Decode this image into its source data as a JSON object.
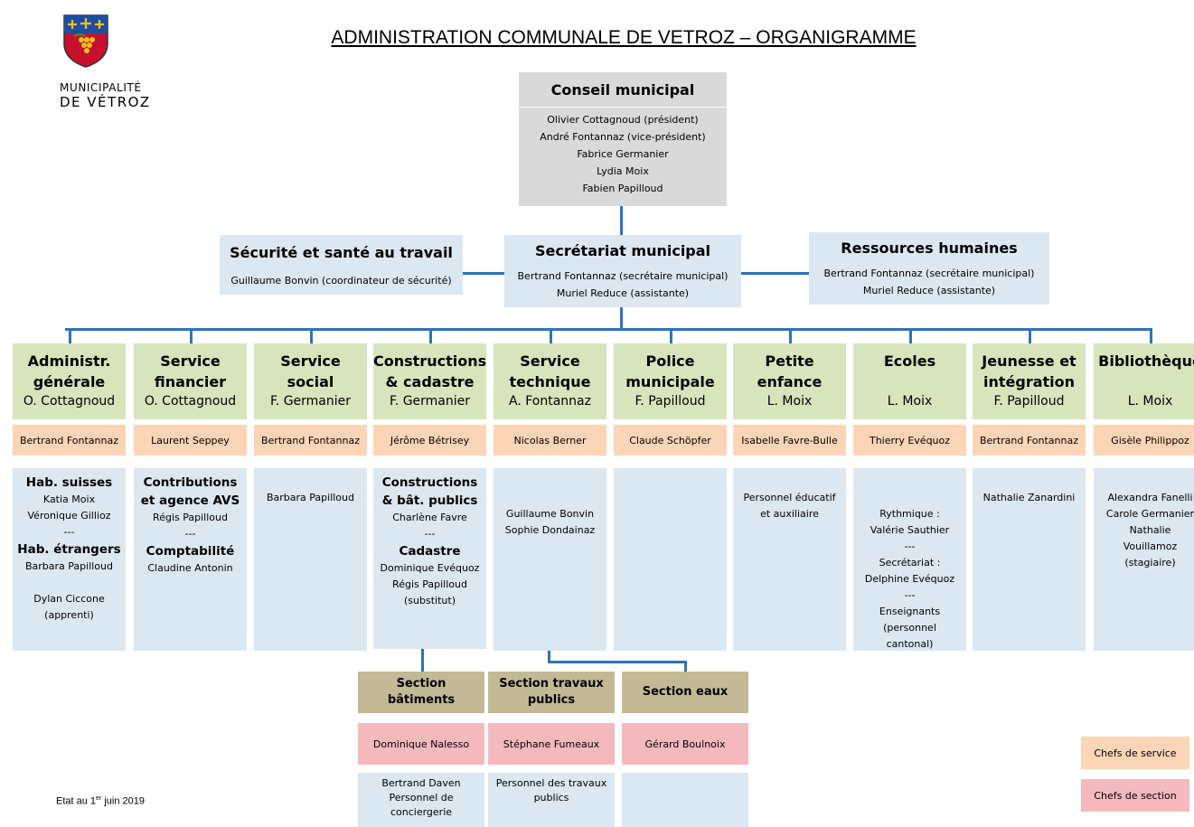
{
  "logo": {
    "line1": "MUNICIPALITÉ",
    "line2": "DE VÉTROZ"
  },
  "title": "ADMINISTRATION COMMUNALE DE VETROZ – ORGANIGRAMME",
  "conseil": {
    "title": "Conseil municipal",
    "members": [
      "Olivier Cottagnoud (président)",
      "André Fontannaz (vice-président)",
      "Fabrice Germanier",
      "Lydia Moix",
      "Fabien Papilloud"
    ]
  },
  "securite": {
    "title": "Sécurité et santé au travail",
    "members": [
      "Guillaume Bonvin (coordinateur de sécurité)"
    ]
  },
  "secretariat": {
    "title": "Secrétariat municipal",
    "members": [
      "Bertrand Fontannaz (secrétaire municipal)",
      "Muriel Reduce  (assistante)"
    ]
  },
  "rh": {
    "title": "Ressources humaines",
    "members": [
      "Bertrand Fontannaz (secrétaire municipal)",
      "Muriel Reduce  (assistante)"
    ]
  },
  "departments": [
    {
      "title": [
        "Administr.",
        "générale"
      ],
      "lead": "O. Cottagnoud",
      "chef": "Bertrand Fontannaz",
      "staff": [
        {
          "t": "Hab. suisses",
          "b": true
        },
        {
          "t": "Katia Moix"
        },
        {
          "t": "Véronique Gillioz"
        },
        {
          "t": "---"
        },
        {
          "t": "Hab. étrangers",
          "b": true
        },
        {
          "t": "Barbara Papilloud"
        },
        {
          "t": ""
        },
        {
          "t": "Dylan Ciccone"
        },
        {
          "t": "(apprenti)"
        }
      ]
    },
    {
      "title": [
        "Service",
        "financier"
      ],
      "lead": "O. Cottagnoud",
      "chef": "Laurent Seppey",
      "staff": [
        {
          "t": "Contributions",
          "b": true
        },
        {
          "t": "et agence AVS",
          "b": true
        },
        {
          "t": "Régis Papilloud"
        },
        {
          "t": "---"
        },
        {
          "t": "Comptabilité",
          "b": true
        },
        {
          "t": "Claudine Antonin"
        }
      ]
    },
    {
      "title": [
        "Service",
        "social"
      ],
      "lead": "F. Germanier",
      "chef": "Bertrand Fontannaz",
      "staff": [
        {
          "t": ""
        },
        {
          "t": "Barbara Papilloud"
        }
      ]
    },
    {
      "title": [
        "Constructions",
        "& cadastre"
      ],
      "lead": "F. Germanier",
      "chef": "Jérôme Bétrisey",
      "staff": [
        {
          "t": "Constructions",
          "b": true
        },
        {
          "t": "& bât. publics",
          "b": true
        },
        {
          "t": "Charlène Favre"
        },
        {
          "t": "---"
        },
        {
          "t": "Cadastre",
          "b": true
        },
        {
          "t": "Dominique Evéquoz"
        },
        {
          "t": "Régis Papilloud"
        },
        {
          "t": "(substitut)"
        }
      ]
    },
    {
      "title": [
        "Service",
        "technique"
      ],
      "lead": "A. Fontannaz",
      "chef": "Nicolas Berner",
      "staff": [
        {
          "t": ""
        },
        {
          "t": ""
        },
        {
          "t": "Guillaume Bonvin"
        },
        {
          "t": "Sophie Dondainaz"
        }
      ]
    },
    {
      "title": [
        "Police",
        "municipale"
      ],
      "lead": "F. Papilloud",
      "chef": "Claude Schöpfer",
      "staff": []
    },
    {
      "title": [
        "Petite",
        "enfance"
      ],
      "lead": "L. Moix",
      "chef": "Isabelle Favre-Bulle",
      "staff": [
        {
          "t": ""
        },
        {
          "t": "Personnel éducatif"
        },
        {
          "t": "et auxiliaire"
        }
      ]
    },
    {
      "title": [
        "Ecoles",
        ""
      ],
      "lead": "L. Moix",
      "chef": "Thierry Evéquoz",
      "staff": [
        {
          "t": ""
        },
        {
          "t": ""
        },
        {
          "t": "Rythmique :"
        },
        {
          "t": "Valérie Sauthier"
        },
        {
          "t": "---"
        },
        {
          "t": "Secrétariat :"
        },
        {
          "t": "Delphine Evéquoz"
        },
        {
          "t": "---"
        },
        {
          "t": "Enseignants"
        },
        {
          "t": "(personnel"
        },
        {
          "t": "cantonal)"
        }
      ]
    },
    {
      "title": [
        "Jeunesse et",
        "intégration"
      ],
      "lead": "F. Papilloud",
      "chef": "Bertrand Fontannaz",
      "staff": [
        {
          "t": ""
        },
        {
          "t": "Nathalie Zanardini"
        }
      ]
    },
    {
      "title": [
        "Bibliothèque",
        ""
      ],
      "lead": "L. Moix",
      "chef": "Gisèle Philippoz",
      "staff": [
        {
          "t": ""
        },
        {
          "t": "Alexandra Fanelli"
        },
        {
          "t": "Carole Germanier"
        },
        {
          "t": "Nathalie"
        },
        {
          "t": "Vouillamoz"
        },
        {
          "t": "(stagiaire)"
        }
      ]
    }
  ],
  "sections": [
    {
      "title": "Section bâtiments",
      "chef": "Dominique Nalesso",
      "staff": [
        "Bertrand Daven",
        "Personnel de",
        "conciergerie"
      ]
    },
    {
      "title": "Section travaux publics",
      "chef": "Stéphane Fumeaux",
      "staff": [
        "Personnel des travaux",
        "publics"
      ]
    },
    {
      "title": "Section eaux",
      "chef": "Gérard Boulnoix",
      "staff": []
    }
  ],
  "legend": {
    "service": "Chefs de service",
    "section": "Chefs de section"
  },
  "footer": {
    "prefix": "Etat au 1",
    "sup": "er",
    "suffix": " juin 2019"
  },
  "colors": {
    "connector": "#2e74b5",
    "gray": "#d9d9d9",
    "blue": "#dbe7f1",
    "green": "#d8e4bc",
    "peach": "#fbd5b5",
    "pink": "#f3b9bd",
    "tan": "#c4b996"
  }
}
